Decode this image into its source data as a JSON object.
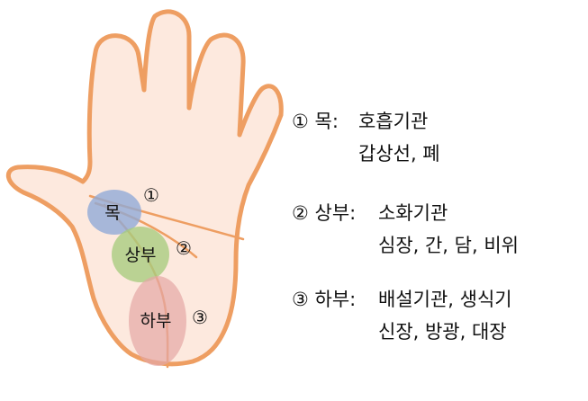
{
  "colors": {
    "hand_fill": "#fde9de",
    "hand_outline": "#ee9e62",
    "palm_line": "#ee9e62",
    "zone_neck": "#8ea9d7",
    "zone_upper": "#a7cc7e",
    "zone_lower": "#e4a7a5"
  },
  "zones": [
    {
      "marker": "①",
      "label": "목"
    },
    {
      "marker": "②",
      "label": "상부"
    },
    {
      "marker": "③",
      "label": "하부"
    }
  ],
  "legend": [
    {
      "heading": "① 목:",
      "line1": "호흡기관",
      "line2": "갑상선, 폐"
    },
    {
      "heading": "② 상부:",
      "line1": "소화기관",
      "line2": "심장, 간, 담, 비위"
    },
    {
      "heading": "③ 하부:",
      "line1": "배설기관, 생식기",
      "line2": "신장, 방광, 대장"
    }
  ]
}
